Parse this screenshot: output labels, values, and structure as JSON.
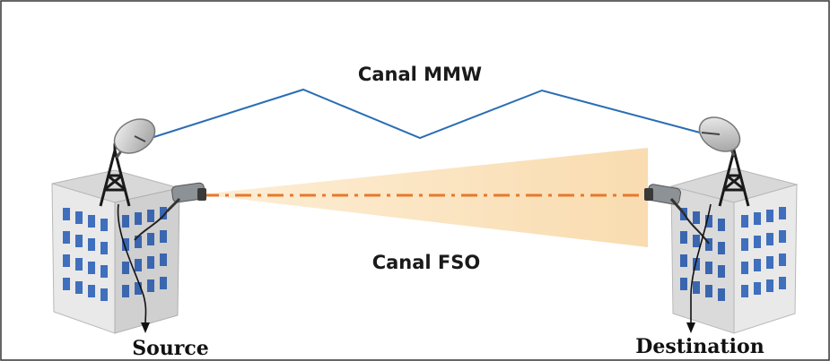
{
  "diagram": {
    "mmw_channel_label": "Canal MMW",
    "fso_channel_label": "Canal FSO",
    "source_label": "Source",
    "destination_label": "Destination"
  },
  "colors": {
    "mmw_link": "#2a6db4",
    "fso_beam": "#fbe3be",
    "fso_axis": "#e8782a",
    "building_face": "#e6e6e6",
    "building_side": "#cfcfcf",
    "window": "#3f6fbd",
    "frame": "#333333"
  },
  "icons": [
    "dish-antenna-icon",
    "radio-tower-icon",
    "fso-transceiver-icon",
    "building-icon",
    "arrow-down-icon"
  ]
}
